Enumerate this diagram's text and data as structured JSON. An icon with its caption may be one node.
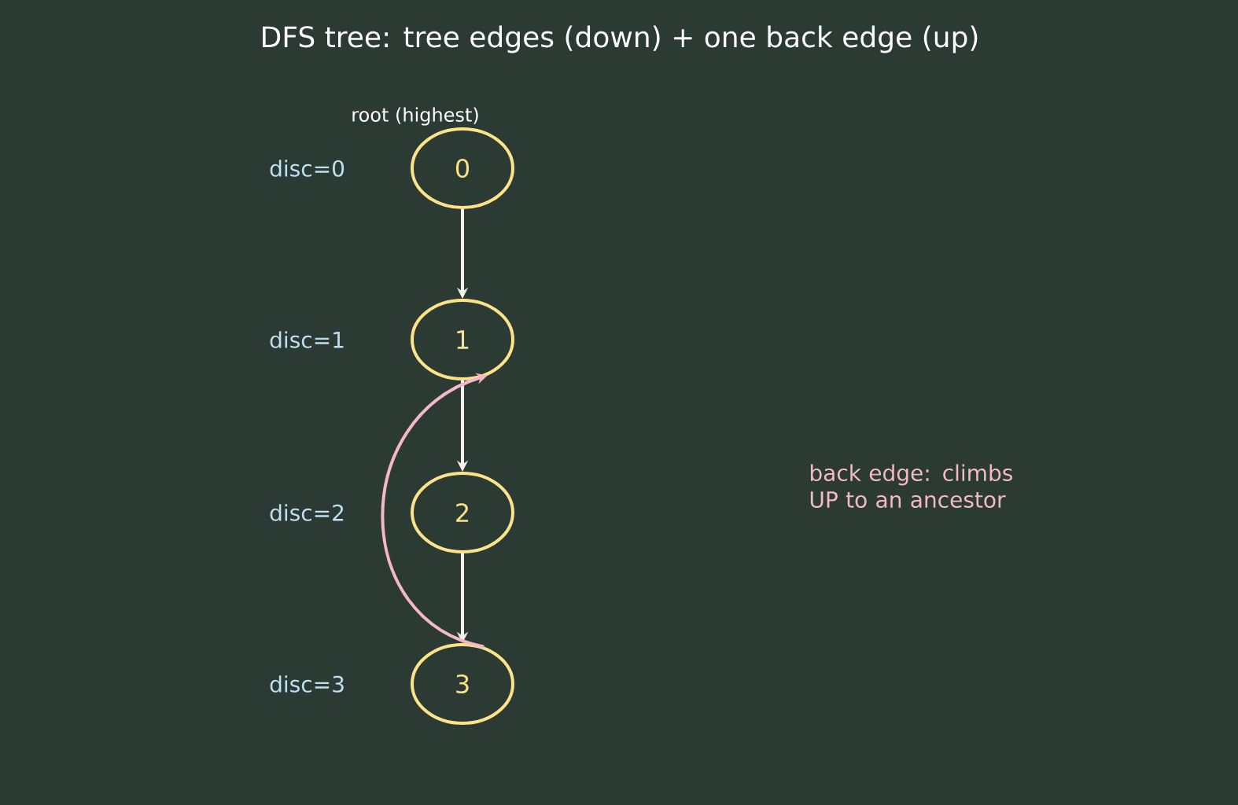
{
  "diagram": {
    "title": "DFS tree: tree edges (down) + one back edge (up)",
    "nodes": [
      {
        "text": [
          "0"
        ],
        "beside": [
          "disc=0",
          "root (highest)"
        ]
      },
      {
        "text": [
          "1"
        ],
        "beside": [
          "disc=1"
        ]
      },
      {
        "text": [
          "2"
        ],
        "beside": [
          "disc=2"
        ]
      },
      {
        "text": [
          "3"
        ],
        "beside": [
          "disc=3"
        ]
      }
    ],
    "edges": [
      {
        "from": 0,
        "to": 1,
        "arrow": "to"
      },
      {
        "from": 1,
        "to": 2,
        "arrow": "to"
      },
      {
        "from": 2,
        "to": 3,
        "arrow": "to"
      },
      {
        "from": 3,
        "to": 1,
        "arrow": "to",
        "color": "#f4b8c8"
      }
    ],
    "labels": [
      "back edge: climbs UP to an ancestor"
    ]
  }
}
